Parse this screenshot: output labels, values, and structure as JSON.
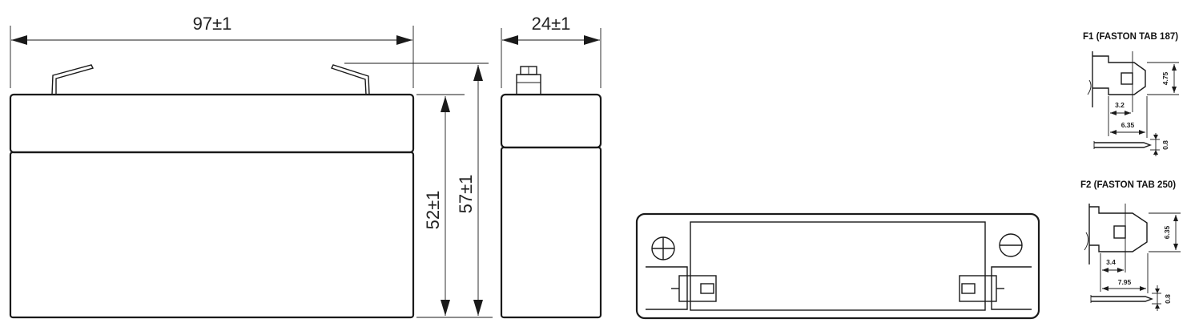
{
  "dimensions": {
    "length": "97±1",
    "width": "24±1",
    "case_height": "52±1",
    "total_height": "57±1"
  },
  "terminals": {
    "f1": {
      "title": "F1 (FASTON TAB 187)",
      "height": "4.75",
      "hole_offset": "3.2",
      "width": "6.35",
      "thickness": "0.8"
    },
    "f2": {
      "title": "F2 (FASTON TAB 250)",
      "height": "6.35",
      "hole_offset": "3.4",
      "width": "7.95",
      "thickness": "0.8"
    }
  }
}
